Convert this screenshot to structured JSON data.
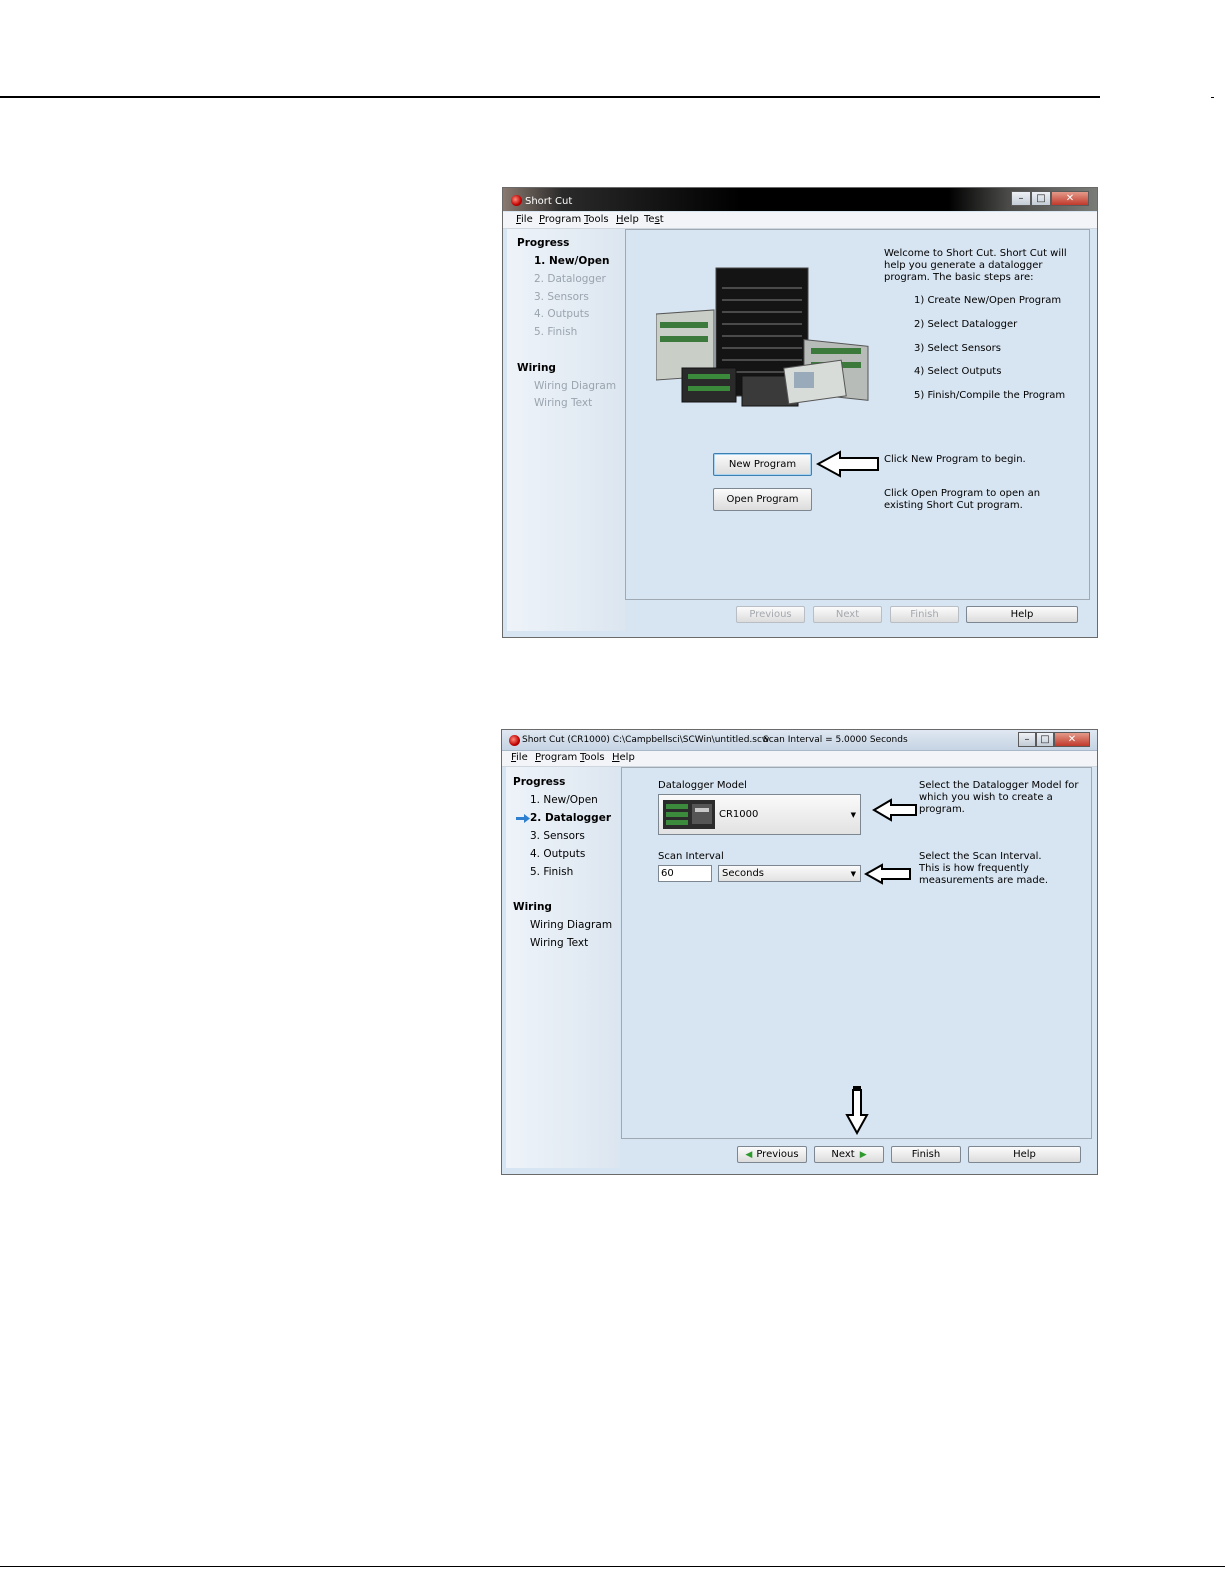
{
  "window1": {
    "title": "Short Cut",
    "controls": {
      "minimize": "–",
      "maximize": "□",
      "close": "✕"
    },
    "menu": [
      {
        "key": "F",
        "rest": "ile"
      },
      {
        "key": "P",
        "rest": "rogram"
      },
      {
        "key": "T",
        "rest": "ools"
      },
      {
        "key": "H",
        "rest": "elp"
      },
      {
        "pre": "Te",
        "key": "s",
        "rest": "t"
      }
    ],
    "sidebar": {
      "progress_title": "Progress",
      "steps": [
        "1. New/Open",
        "2. Datalogger",
        "3. Sensors",
        "4. Outputs",
        "5. Finish"
      ],
      "wiring_title": "Wiring",
      "wiring_items": [
        "Wiring Diagram",
        "Wiring Text"
      ]
    },
    "welcome_lines": [
      "Welcome to Short Cut.  Short Cut will",
      "help you generate a datalogger",
      "program.  The basic steps are:"
    ],
    "basic_steps": [
      "1) Create New/Open Program",
      "2) Select Datalogger",
      "3) Select Sensors",
      "4) Select Outputs",
      "5) Finish/Compile the Program"
    ],
    "new_program_button": "New Program",
    "open_program_button": "Open Program",
    "new_program_hint": "Click New Program to begin.",
    "open_program_hint": [
      "Click Open Program to open an",
      "existing Short Cut program."
    ],
    "nav": {
      "previous": "Previous",
      "next": "Next",
      "finish": "Finish",
      "help": "Help"
    }
  },
  "window2": {
    "title": "Short Cut (CR1000) C:\\Campbellsci\\SCWin\\untitled.scw",
    "scan_status": "Scan Interval = 5.0000 Seconds",
    "controls": {
      "minimize": "–",
      "maximize": "□",
      "close": "✕"
    },
    "menu": [
      {
        "key": "F",
        "rest": "ile"
      },
      {
        "key": "P",
        "rest": "rogram"
      },
      {
        "key": "T",
        "rest": "ools"
      },
      {
        "key": "H",
        "rest": "elp"
      }
    ],
    "sidebar": {
      "progress_title": "Progress",
      "steps": [
        "1. New/Open",
        "2. Datalogger",
        "3. Sensors",
        "4. Outputs",
        "5. Finish"
      ],
      "wiring_title": "Wiring",
      "wiring_items": [
        "Wiring Diagram",
        "Wiring Text"
      ]
    },
    "datalogger_model_label": "Datalogger Model",
    "datalogger_model_value": "CR1000",
    "datalogger_hint": [
      "Select the Datalogger Model for",
      "which you wish to create a",
      "program."
    ],
    "scan_interval_label": "Scan Interval",
    "scan_interval_value": "60",
    "scan_unit_value": "Seconds",
    "scan_hint": [
      "Select the Scan Interval.",
      "This is how frequently",
      "measurements are made."
    ],
    "nav": {
      "previous": "Previous",
      "next": "Next",
      "finish": "Finish",
      "help": "Help"
    }
  }
}
